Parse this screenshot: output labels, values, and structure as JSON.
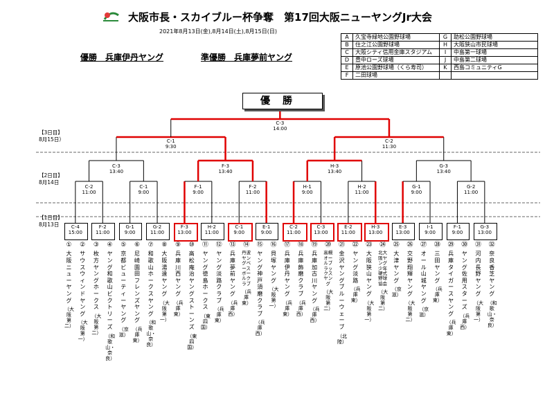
{
  "header": {
    "title": "大阪市長・スカイブルー杯争奪　第17回大阪ニューヤングJr大会",
    "dates": "2021年8月13日(金),8月14日(土),8月15日(日)",
    "winner": "優勝　兵庫伊丹ヤング",
    "runner_up": "準優勝　兵庫夢前ヤング",
    "final_box": "優勝"
  },
  "venues": [
    [
      "A",
      "久宝寺緑地公園野球場",
      "G",
      "助松公園野球場"
    ],
    [
      "B",
      "住之江公園野球場",
      "H",
      "大阪狭山市民球場"
    ],
    [
      "C",
      "大阪シティ信用金庫スタジアム",
      "I",
      "中島第一球場"
    ],
    [
      "D",
      "豊中ローズ球場",
      "J",
      "中島第二球場"
    ],
    [
      "E",
      "原池公園野球場（くら寿司）",
      "K",
      "西島コミュニティG"
    ],
    [
      "F",
      "二田球場",
      "",
      ""
    ]
  ],
  "days": {
    "d3": "【3日目】\n8月15日）",
    "d2": "【2日目】\n8月14日",
    "d1": "【1日目】\n8月13日"
  },
  "final": {
    "game": "C-3",
    "time": "14:00"
  },
  "semis": [
    {
      "game": "C-1",
      "time": "9:30"
    },
    {
      "game": "C-2",
      "time": "11:30"
    }
  ],
  "qf": [
    {
      "game": "C-3",
      "time": "13:40"
    },
    {
      "game": "F-3",
      "time": "13:40"
    },
    {
      "game": "H-3",
      "time": "13:40"
    },
    {
      "game": "G-3",
      "time": "13:40"
    }
  ],
  "r2": [
    {
      "game": "C-2",
      "time": "11:00"
    },
    {
      "game": "C-1",
      "time": "9:00"
    },
    {
      "game": "F-1",
      "time": "9:00"
    },
    {
      "game": "F-2",
      "time": "11:00"
    },
    {
      "game": "H-1",
      "time": "9:00"
    },
    {
      "game": "H-2",
      "time": "11:00"
    },
    {
      "game": "G-1",
      "time": "9:00"
    },
    {
      "game": "G-2",
      "time": "11:00"
    }
  ],
  "r1": [
    {
      "game": "C-4",
      "time": "15:00"
    },
    {
      "game": "F-2",
      "time": "11:00"
    },
    {
      "game": "G-1",
      "time": "9:00"
    },
    {
      "game": "G-2",
      "time": "11:00"
    },
    {
      "game": "F-3",
      "time": "13:00"
    },
    {
      "game": "H-2",
      "time": "11:00"
    },
    {
      "game": "C-1",
      "time": "9:00"
    },
    {
      "game": "E-1",
      "time": "9:00"
    },
    {
      "game": "C-2",
      "time": "11:00"
    },
    {
      "game": "C-3",
      "time": "13:00"
    },
    {
      "game": "E-2",
      "time": "11:00"
    },
    {
      "game": "H-3",
      "time": "13:00"
    },
    {
      "game": "E-3",
      "time": "13:00"
    },
    {
      "game": "I-1",
      "time": "9:00"
    },
    {
      "game": "F-1",
      "time": "9:00"
    },
    {
      "game": "G-3",
      "time": "13:00"
    }
  ],
  "teams": [
    {
      "n": "①",
      "name": "大阪ニューヤング",
      "pref": "（大阪第二）"
    },
    {
      "n": "②",
      "name": "サウスウィンドヤング",
      "pref": "（大阪第一）"
    },
    {
      "n": "③",
      "name": "枚方ヤングホークス",
      "pref": "（大阪第二）"
    },
    {
      "n": "④",
      "name": "ヤング和歌山ビクトリーズ",
      "pref": "（和歌山・奈良）"
    },
    {
      "n": "⑤",
      "name": "京都ビューティーヤング",
      "pref": "（京滋）"
    },
    {
      "n": "⑥",
      "name": "尼崎園田フレンズヤング",
      "pref": "（兵庫東）"
    },
    {
      "n": "⑦",
      "name": "和歌山ホークスヤング",
      "pref": "（和歌山・奈良）"
    },
    {
      "n": "⑧",
      "name": "大阪湯遠ヤング",
      "pref": "（大阪第一）"
    },
    {
      "n": "⑨",
      "name": "兵庫川西ヤング",
      "pref": "（兵庫東）"
    },
    {
      "n": "⑩",
      "name": "高松庵治ヤングストーンズ",
      "pref": "（東四国）"
    },
    {
      "n": "⑪",
      "name": "ヤング徳島ホークス",
      "pref": "（東四国）"
    },
    {
      "n": "⑫",
      "name": "ヤング淡路クラブ",
      "pref": "（兵庫東）"
    },
    {
      "n": "⑬",
      "name": "兵庫夢前ヤング",
      "pref": "（兵庫西）"
    },
    {
      "n": "⑭",
      "name": "丹波ヤングベースボールクラブ",
      "pref": "（兵庫東）"
    },
    {
      "n": "⑮",
      "name": "ヤング神戸須磨クラブ",
      "pref": "（兵庫西）"
    },
    {
      "n": "⑯",
      "name": "貝塚ヤング",
      "pref": "（大阪第一）"
    },
    {
      "n": "⑰",
      "name": "兵庫伊丹ヤング",
      "pref": "（兵庫東）"
    },
    {
      "n": "⑱",
      "name": "兵庫飾磨クラブ",
      "pref": "（兵庫西）"
    },
    {
      "n": "⑲",
      "name": "兵庫加古川ヤング",
      "pref": "（兵庫西）"
    },
    {
      "n": "⑳",
      "name": "高槻オールブラックスヤング",
      "pref": "（大阪第二）"
    },
    {
      "n": "㉑",
      "name": "金沢ヤングブルーウェーブ",
      "pref": "（北陸）"
    },
    {
      "n": "㉒",
      "name": "ヤング淡路",
      "pref": "（兵庫東）"
    },
    {
      "n": "㉓",
      "name": "大阪狭山ヤング",
      "pref": "（大阪第一）"
    },
    {
      "n": "㉔",
      "name": "北大阪ヤング少年硬式野球協会",
      "pref": "（大阪第二）"
    },
    {
      "n": "㉕",
      "name": "大津ヤング",
      "pref": "（京滋）"
    },
    {
      "n": "㉖",
      "name": "交野翔輝ヤング",
      "pref": "（大阪第二）"
    },
    {
      "n": "㉗",
      "name": "オール山城ヤング",
      "pref": "（京滋）"
    },
    {
      "n": "㉘",
      "name": "三田ヤング",
      "pref": "（兵庫東）"
    },
    {
      "n": "㉙",
      "name": "兵庫タイガースヤング",
      "pref": "（兵庫東）"
    },
    {
      "n": "㉚",
      "name": "ヤング佐用スターズ",
      "pref": "（兵庫西）"
    },
    {
      "n": "㉛",
      "name": "河内長野ヤング",
      "pref": "（大阪第一）"
    },
    {
      "n": "㉜",
      "name": "奈良香芝ヤング",
      "pref": "（和歌山・奈良）"
    }
  ]
}
